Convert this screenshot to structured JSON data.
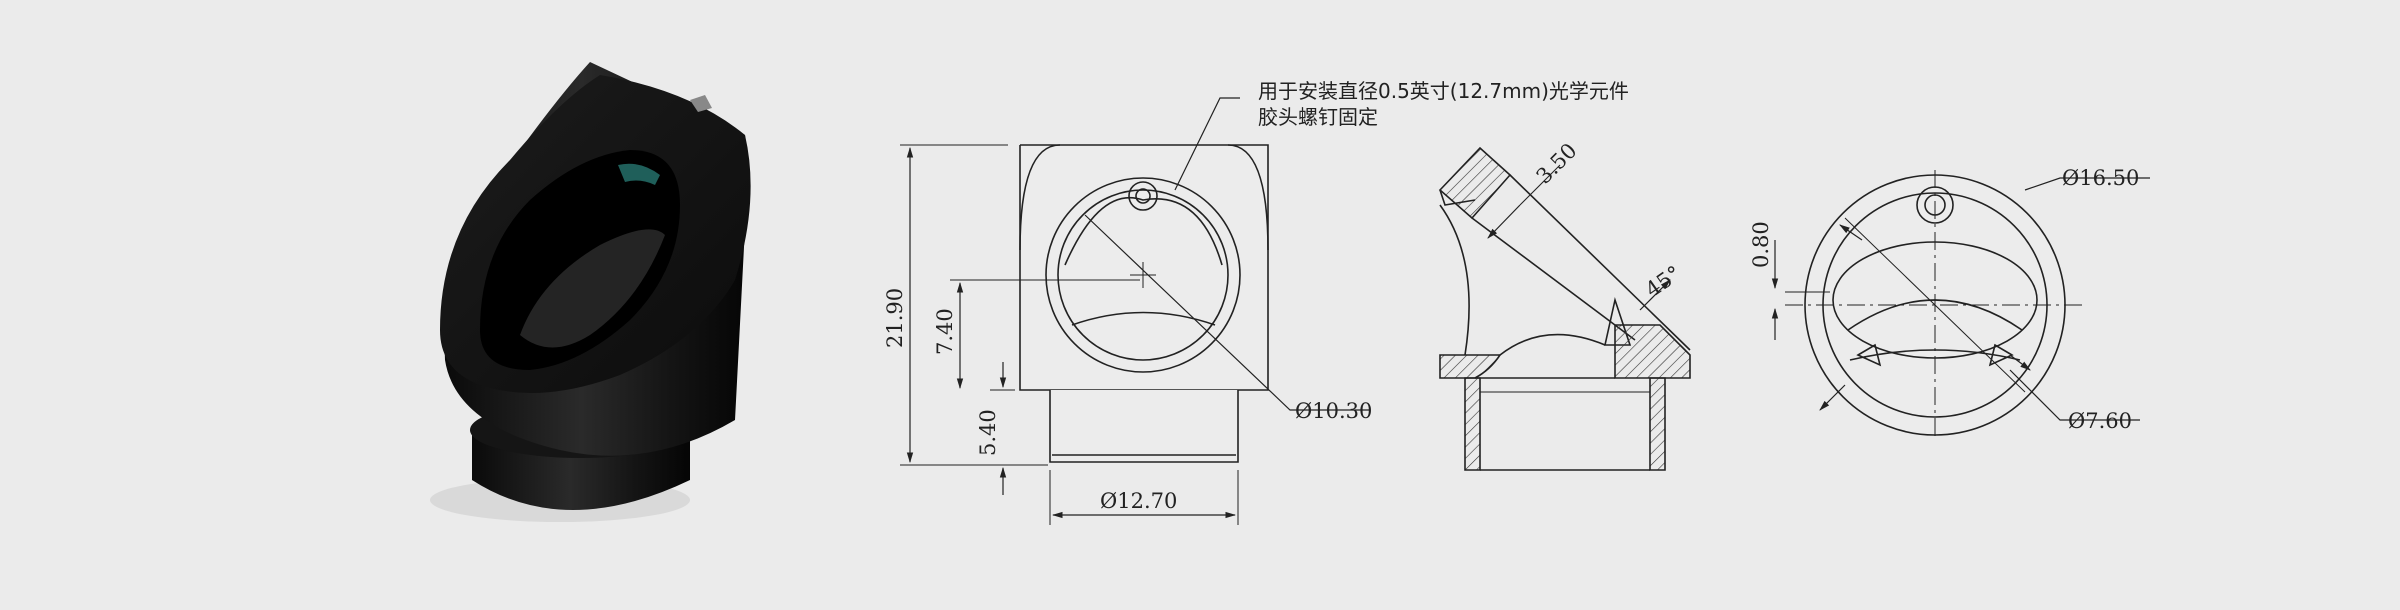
{
  "note": {
    "line1": "用于安装直径0.5英寸(12.7mm)光学元件",
    "line2": "胶头螺钉固定"
  },
  "front_view": {
    "height_total": "21.90",
    "height_center": "7.40",
    "height_base": "5.40",
    "bore_dia": "Ø10.30",
    "base_dia": "Ø12.70"
  },
  "section_view": {
    "depth": "3.50",
    "angle": "45°"
  },
  "top_view": {
    "outer_dia": "Ø16.50",
    "offset": "0.80",
    "inner_dia": "Ø7.60"
  }
}
